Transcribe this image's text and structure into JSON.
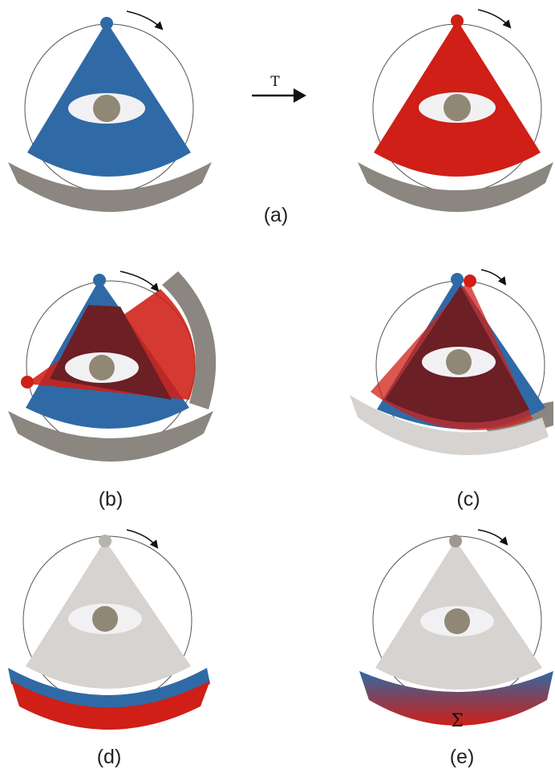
{
  "figure": {
    "colors": {
      "blue": "#2f6aa6",
      "red": "#cf1f16",
      "dark_red": "#6c1f25",
      "gray_band": "#8b8680",
      "light_gray": "#d6d3d0",
      "eye_white": "#f1f1f3",
      "pupil": "#918775"
    },
    "transform_label": "T",
    "sum_label": "Σ",
    "panels": [
      {
        "id": "a",
        "caption": "(a)",
        "description": "blue fan before and red fan after transformation"
      },
      {
        "id": "b",
        "caption": "(b)",
        "description": "red fan rotated relative to blue fan, overlap dark"
      },
      {
        "id": "c",
        "caption": "(c)",
        "description": "red fan slightly rotated relative to blue fan"
      },
      {
        "id": "d",
        "caption": "(d)",
        "description": "gray fan with separate blue and red bands"
      },
      {
        "id": "e",
        "caption": "(e)",
        "description": "gray fan with blended band summed"
      }
    ]
  }
}
